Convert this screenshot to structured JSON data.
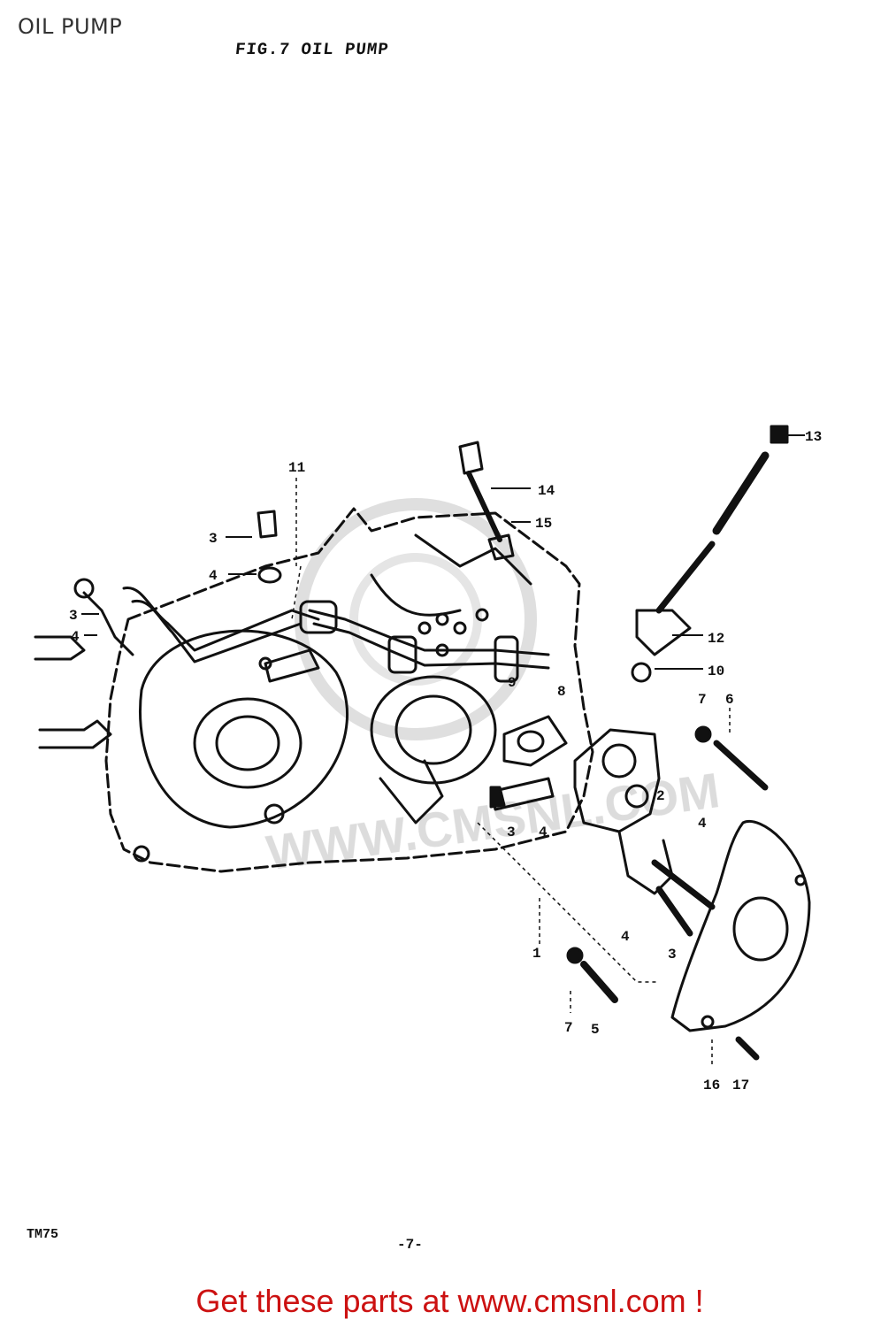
{
  "page_label": "OIL PUMP",
  "figure_title": "FIG.7  OIL PUMP",
  "model_code": "TM75",
  "page_number": "-7-",
  "banner_text": "Get these parts at www.cmsnl.com !",
  "watermark_text": "WWW.CMSNL.COM",
  "colors": {
    "banner": "#cc1111",
    "ink": "#111111",
    "watermark": "#d8d8d8"
  },
  "callouts": {
    "c1": "1",
    "c2": "2",
    "c3a": "3",
    "c3b": "3",
    "c3c": "3",
    "c3d": "3",
    "c4a": "4",
    "c4b": "4",
    "c4c": "4",
    "c4d": "4",
    "c4e": "4",
    "c5": "5",
    "c6": "6",
    "c7a": "7",
    "c7b": "7",
    "c8": "8",
    "c9": "9",
    "c10": "10",
    "c11": "11",
    "c12": "12",
    "c13": "13",
    "c14": "14",
    "c15": "15",
    "c16": "16",
    "c17": "17"
  }
}
